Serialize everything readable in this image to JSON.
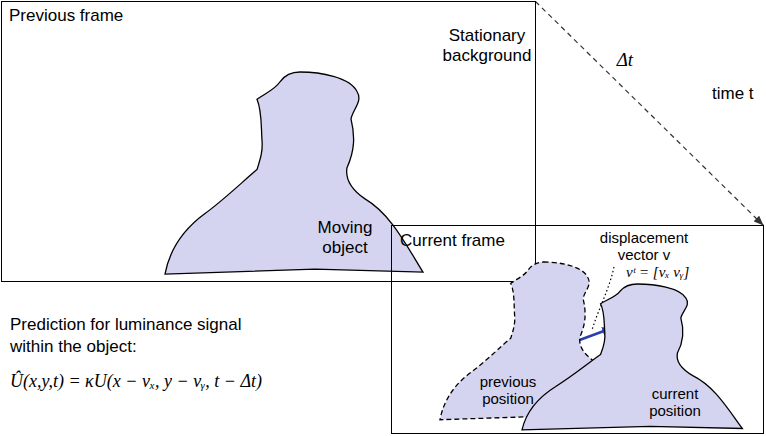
{
  "diagram": {
    "nodes": [
      {
        "text": [
          "Previous frame",
          "Stationary background"
        ]
      },
      {
        "text": [
          "Moving object"
        ],
        "in": 0
      },
      {
        "text": [
          "Current frame"
        ]
      },
      {
        "text": [
          "previous position"
        ],
        "in": 2
      },
      {
        "text": [
          "current position"
        ],
        "in": 2
      }
    ],
    "edges": [
      {
        "from": 0,
        "to": 2,
        "arrow": "to",
        "label": "Δt"
      }
    ],
    "labels": [
      "time t",
      "displacement vector v",
      "vᵗ = [vₓ vᵧ]",
      "Prediction for luminance signal within the object:",
      "Û(x,y,t) = κU(x − vₓ, y − vᵧ, t − Δt)"
    ]
  }
}
